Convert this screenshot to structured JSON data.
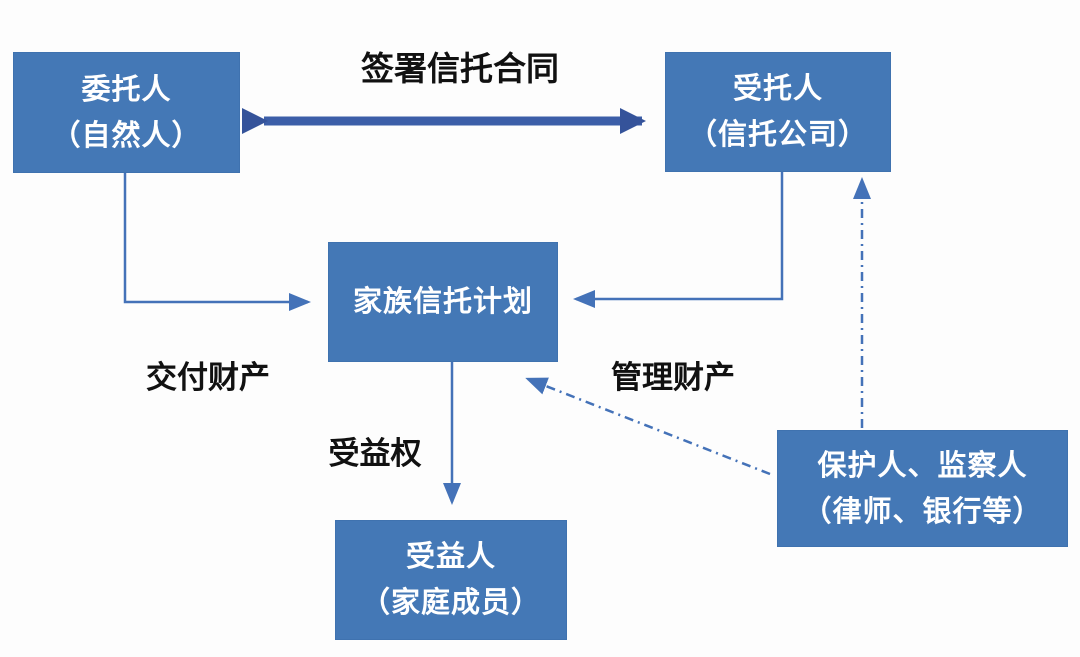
{
  "diagram": {
    "background": "#fdfdfd",
    "colors": {
      "node_fill": "#4478B6",
      "node_text": "#ffffff",
      "thick_arrow": "#3C5EA8",
      "thin_arrow": "#4472B8",
      "label_text": "#111111"
    },
    "nodes": {
      "settlor": {
        "line1": "委托人",
        "line2": "（自然人）"
      },
      "trustee": {
        "line1": "受托人",
        "line2": "（信托公司）"
      },
      "trust_plan": {
        "line1": "家族信托计划"
      },
      "beneficiary": {
        "line1": "受益人",
        "line2": "（家庭成员）"
      },
      "protector": {
        "line1": "保护人、监察人",
        "line2": "（律师、银行等）"
      }
    },
    "edge_labels": {
      "sign_contract": "签署信托合同",
      "deliver_property": "交付财产",
      "manage_property": "管理财产",
      "beneficial_right": "受益权"
    },
    "edges": [
      {
        "from": "settlor",
        "to": "trustee",
        "label": "签署信托合同",
        "style": "thick-double-arrow"
      },
      {
        "from": "settlor",
        "to": "trust_plan",
        "label": "交付财产",
        "style": "solid-elbow-arrow"
      },
      {
        "from": "trustee",
        "to": "trust_plan",
        "label": "管理财产",
        "style": "solid-elbow-arrow"
      },
      {
        "from": "trust_plan",
        "to": "beneficiary",
        "label": "受益权",
        "style": "solid-arrow"
      },
      {
        "from": "protector",
        "to": "trust_plan",
        "label": "",
        "style": "dash-dot-arrow"
      },
      {
        "from": "protector",
        "to": "trustee",
        "label": "",
        "style": "dash-dot-arrow"
      }
    ]
  }
}
